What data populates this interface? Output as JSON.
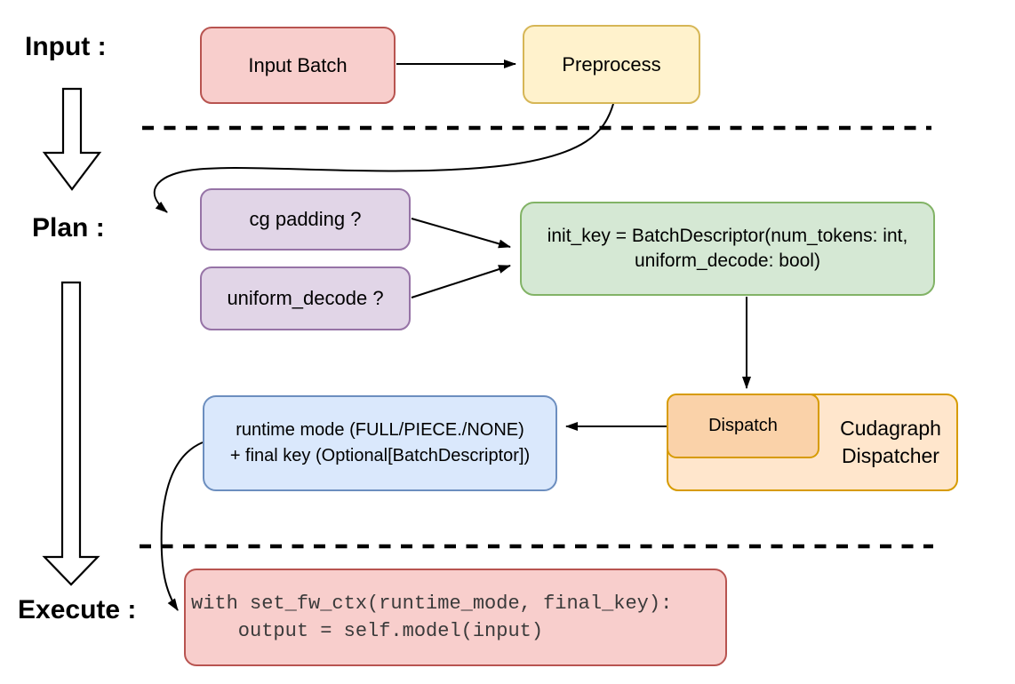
{
  "stage_labels": {
    "input": "Input :",
    "plan": "Plan :",
    "execute": "Execute :"
  },
  "nodes": {
    "input_batch": {
      "label": "Input Batch"
    },
    "preprocess": {
      "label": "Preprocess"
    },
    "cg_padding": {
      "label": "cg padding ?"
    },
    "uniform_decode": {
      "label": "uniform_decode ?"
    },
    "init_key": {
      "label": "init_key = BatchDescriptor(num_tokens: int,\nuniform_decode: bool)"
    },
    "dispatch": {
      "label": "Dispatch"
    },
    "cudagraph_dispatcher": {
      "label": "Cudagraph\nDispatcher"
    },
    "runtime_result": {
      "label": "runtime mode (FULL/PIECE./NONE)\n+ final key (Optional[BatchDescriptor])"
    },
    "execute_code": {
      "code": "with set_fw_ctx(runtime_mode, final_key):\n    output = self.model(input)"
    }
  },
  "colors": {
    "red_fill": "#F8CECC",
    "red_stroke": "#B85450",
    "yellow_fill": "#FFF2CC",
    "yellow_stroke": "#D6B656",
    "purple_fill": "#E1D5E7",
    "purple_stroke": "#9673A6",
    "green_fill": "#D5E8D4",
    "green_stroke": "#82B366",
    "blue_fill": "#DAE8FC",
    "blue_stroke": "#6C8EBF",
    "orange_fill": "#FFE6CC",
    "orange_inner_fill": "#FAD2A9",
    "orange_stroke": "#D79B00",
    "connector": "#000000",
    "code_text": "#3A3A3A"
  }
}
